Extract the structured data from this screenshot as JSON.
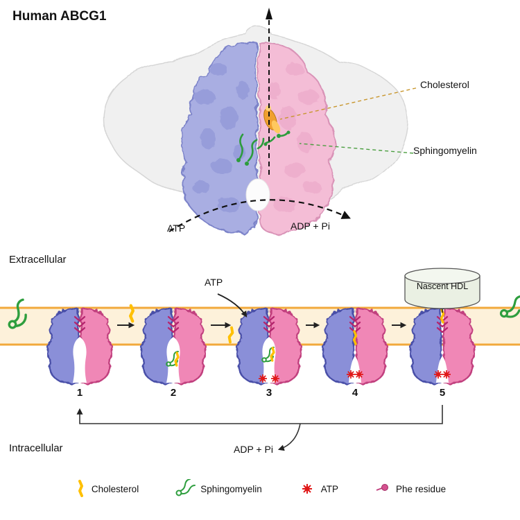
{
  "title": "Human ABCG1",
  "structure": {
    "cholesterol_label": "Cholesterol",
    "sphingomyelin_label": "Sphingomyelin",
    "atp_label": "ATP",
    "adp_label": "ADP + Pi"
  },
  "mechanism": {
    "extracellular_label": "Extracellular",
    "intracellular_label": "Intracellular",
    "atp_label": "ATP",
    "adp_label": "ADP + Pi",
    "nascent_hdl_label": "Nascent HDL",
    "states": [
      {
        "number": "1"
      },
      {
        "number": "2"
      },
      {
        "number": "3"
      },
      {
        "number": "4"
      },
      {
        "number": "5"
      }
    ]
  },
  "legend": {
    "items": [
      {
        "name": "cholesterol",
        "label": "Cholesterol",
        "color": "#FFC000"
      },
      {
        "name": "sphingomyelin",
        "label": "Sphingomyelin",
        "color": "#2E9E3E"
      },
      {
        "name": "atp",
        "label": "ATP",
        "color": "#E01818"
      },
      {
        "name": "phe-residue",
        "label": "Phe residue",
        "color": "#C2407E"
      }
    ]
  },
  "colors": {
    "monomer_a": "#8A8FD8",
    "monomer_b": "#F087B6",
    "membrane_fill": "#FDF1DA",
    "membrane_edge": "#F2A93B",
    "cryoem_blue": "#A9AEE2",
    "cryoem_pink": "#F4BDD6",
    "envelope_gray": "#F0F0F0",
    "hdl_fill": "#EAF0E3"
  }
}
